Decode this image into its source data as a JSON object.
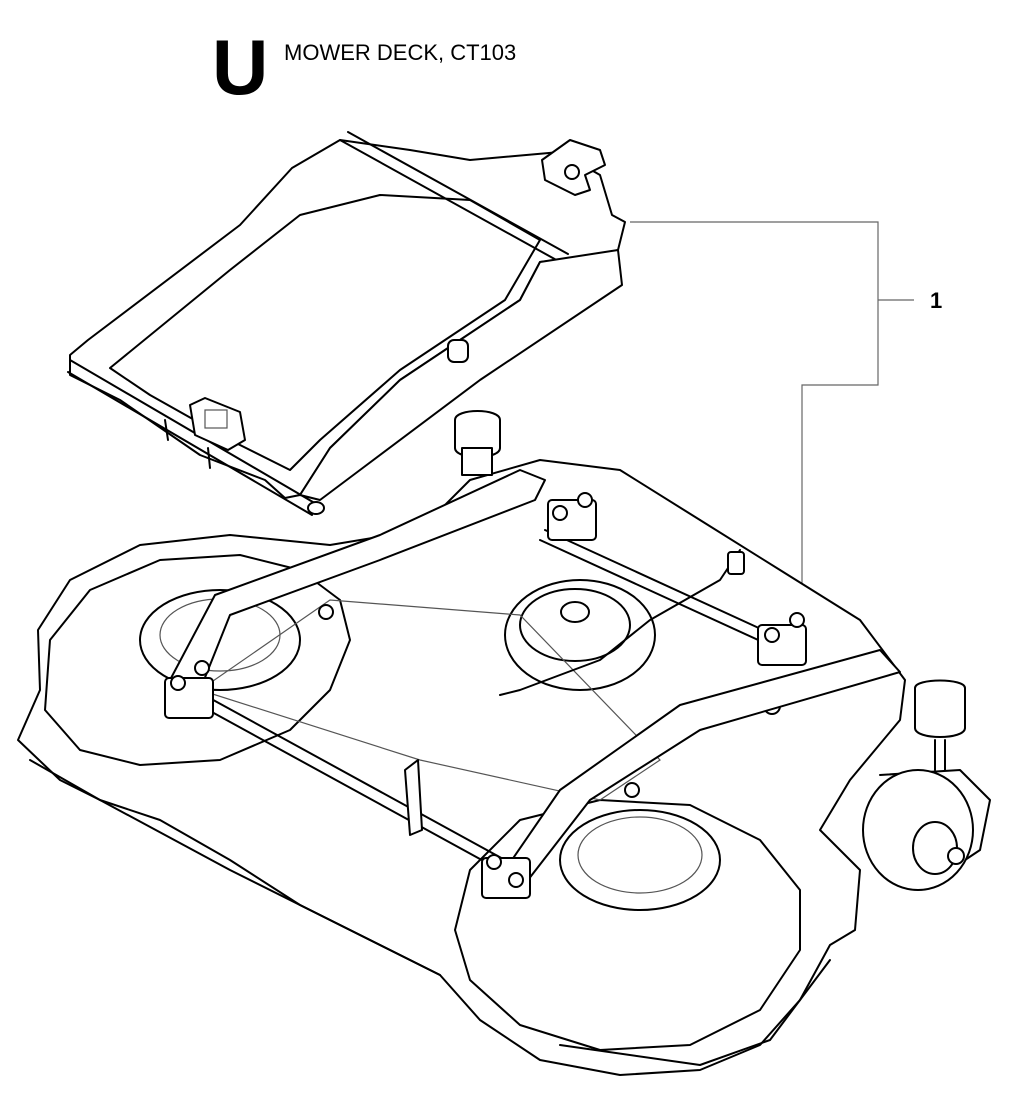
{
  "header": {
    "section_letter": "U",
    "title": "MOWER DECK, CT103"
  },
  "callouts": [
    {
      "label": "1"
    }
  ]
}
